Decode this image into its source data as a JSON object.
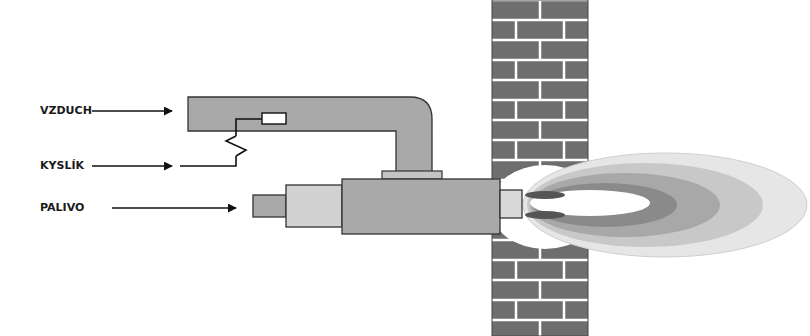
{
  "diagram": {
    "labels": [
      "VZDUCH",
      "KYSLÍK",
      "PALIVO"
    ]
  }
}
